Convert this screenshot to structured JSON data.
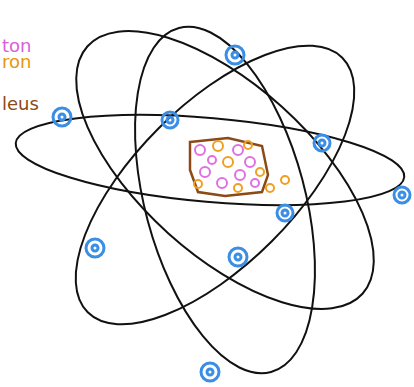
{
  "diagram": {
    "labels": [
      "ton",
      "ron",
      "leus"
    ]
  }
}
